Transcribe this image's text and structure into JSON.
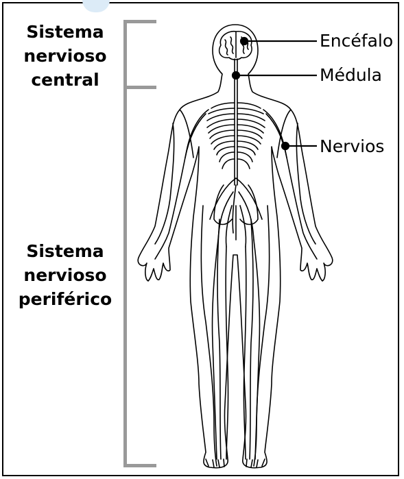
{
  "groups": {
    "central": [
      "Sistema",
      "nervioso",
      "central"
    ],
    "periferico": [
      "Sistema",
      "nervioso",
      "periférico"
    ]
  },
  "callouts": {
    "encefalo": "Encéfalo",
    "medula": "Médula",
    "nervios": "Nervios"
  },
  "colors": {
    "bracket": "#999999",
    "line": "#000000",
    "accent_mark": "#dcebf7"
  }
}
